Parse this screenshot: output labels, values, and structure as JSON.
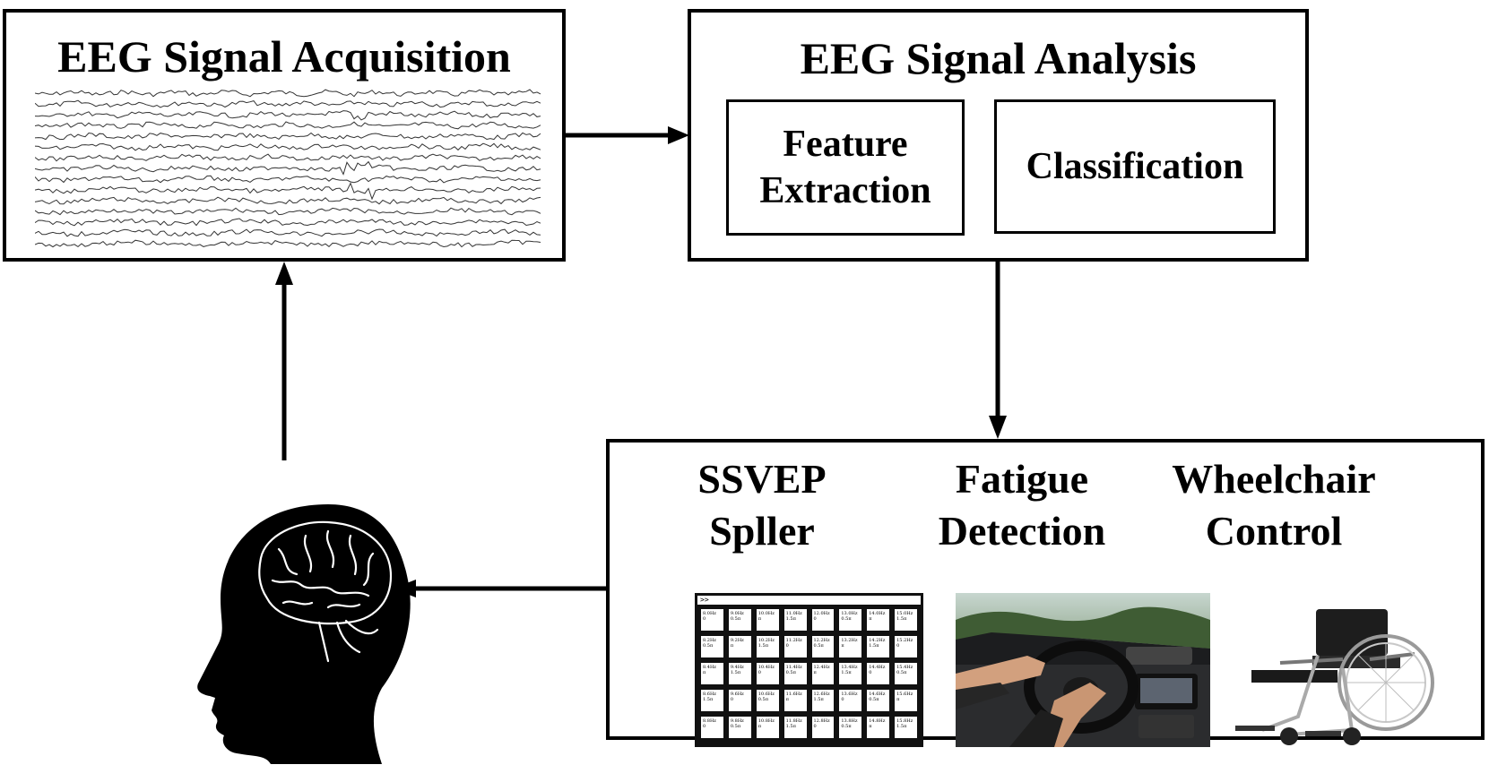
{
  "acquisition": {
    "title": "EEG Signal Acquisition"
  },
  "analysis": {
    "title": "EEG Signal Analysis",
    "feature_line1": "Feature",
    "feature_line2": "Extraction",
    "classification": "Classification"
  },
  "applications": [
    {
      "line1": "SSVEP",
      "line2": "Spller"
    },
    {
      "line1": "Fatigue",
      "line2": "Detection"
    },
    {
      "line1": "Wheelchair",
      "line2": "Control"
    }
  ],
  "speller": {
    "prompt": ">>",
    "cells": [
      {
        "f": "8.0Hz",
        "p": "0"
      },
      {
        "f": "9.0Hz",
        "p": "0.5π"
      },
      {
        "f": "10.0Hz",
        "p": "π"
      },
      {
        "f": "11.0Hz",
        "p": "1.5π"
      },
      {
        "f": "12.0Hz",
        "p": "0"
      },
      {
        "f": "13.0Hz",
        "p": "0.5π"
      },
      {
        "f": "14.0Hz",
        "p": "π"
      },
      {
        "f": "15.0Hz",
        "p": "1.5π"
      },
      {
        "f": "8.2Hz",
        "p": "0.5π"
      },
      {
        "f": "9.2Hz",
        "p": "π"
      },
      {
        "f": "10.2Hz",
        "p": "1.5π"
      },
      {
        "f": "11.2Hz",
        "p": "0"
      },
      {
        "f": "12.2Hz",
        "p": "0.5π"
      },
      {
        "f": "13.2Hz",
        "p": "π"
      },
      {
        "f": "14.2Hz",
        "p": "1.5π"
      },
      {
        "f": "15.2Hz",
        "p": "0"
      },
      {
        "f": "8.4Hz",
        "p": "π"
      },
      {
        "f": "9.4Hz",
        "p": "1.5π"
      },
      {
        "f": "10.4Hz",
        "p": "0"
      },
      {
        "f": "11.4Hz",
        "p": "0.5π"
      },
      {
        "f": "12.4Hz",
        "p": "π"
      },
      {
        "f": "13.4Hz",
        "p": "1.5π"
      },
      {
        "f": "14.4Hz",
        "p": "0"
      },
      {
        "f": "15.4Hz",
        "p": "0.5π"
      },
      {
        "f": "8.6Hz",
        "p": "1.5π"
      },
      {
        "f": "9.6Hz",
        "p": "0"
      },
      {
        "f": "10.6Hz",
        "p": "0.5π"
      },
      {
        "f": "11.6Hz",
        "p": "π"
      },
      {
        "f": "12.6Hz",
        "p": "1.5π"
      },
      {
        "f": "13.6Hz",
        "p": "0"
      },
      {
        "f": "14.6Hz",
        "p": "0.5π"
      },
      {
        "f": "15.6Hz",
        "p": "π"
      },
      {
        "f": "8.8Hz",
        "p": "0"
      },
      {
        "f": "9.8Hz",
        "p": "0.5π"
      },
      {
        "f": "10.8Hz",
        "p": "π"
      },
      {
        "f": "11.8Hz",
        "p": "1.5π"
      },
      {
        "f": "12.8Hz",
        "p": "0"
      },
      {
        "f": "13.8Hz",
        "p": "0.5π"
      },
      {
        "f": "14.8Hz",
        "p": "π"
      },
      {
        "f": "15.8Hz",
        "p": "1.5π"
      }
    ]
  },
  "colors": {
    "stroke": "#000000",
    "background": "#ffffff"
  },
  "icons": [
    "eeg-waveform-icon",
    "head-brain-icon",
    "speller-grid-icon",
    "car-driver-icon",
    "wheelchair-icon"
  ]
}
